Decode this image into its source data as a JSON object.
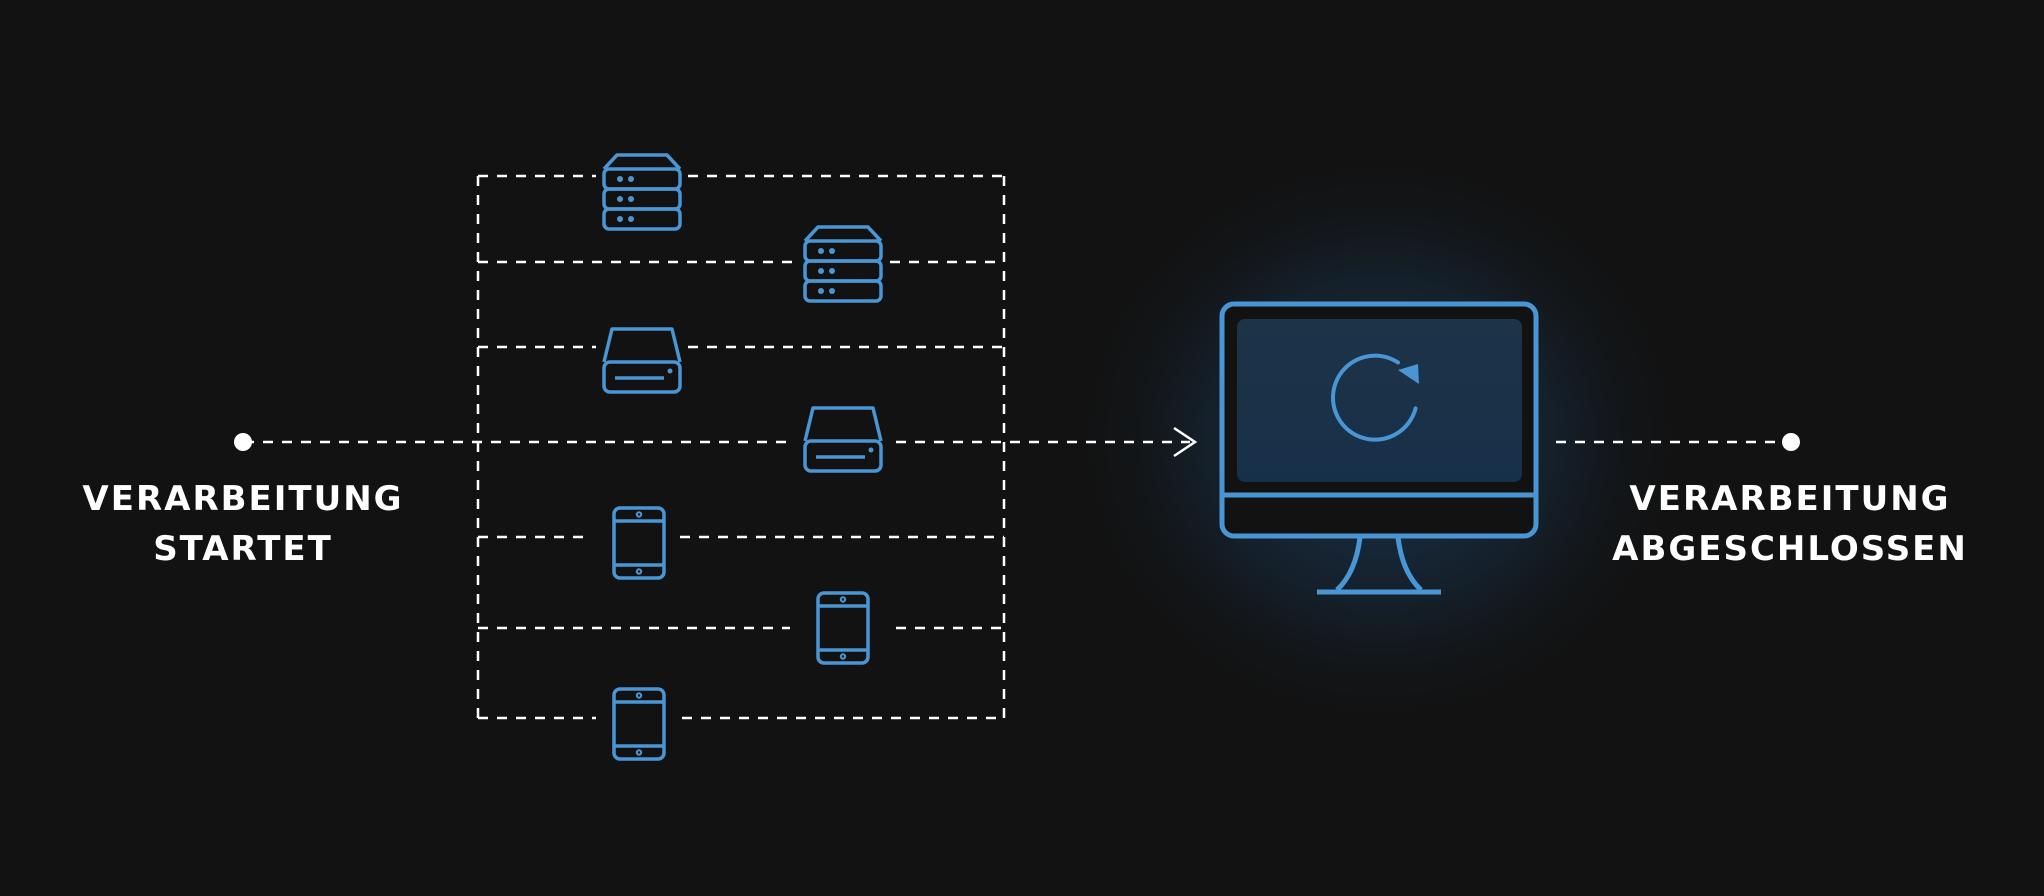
{
  "start_label": [
    "VERARBEITUNG",
    "STARTET"
  ],
  "end_label": [
    "VERARBEITUNG",
    "ABGESCHLOSSEN"
  ],
  "colors": {
    "background": "#121212",
    "accent": "#4a96d4",
    "line": "#ffffff",
    "glow": "#1f3a55"
  },
  "icons": {
    "source_rows": [
      "server-icon",
      "server-icon",
      "hard-drive-icon",
      "hard-drive-icon",
      "tablet-icon",
      "tablet-icon",
      "tablet-icon"
    ],
    "target": "monitor-icon",
    "target_screen": "refresh-icon"
  }
}
